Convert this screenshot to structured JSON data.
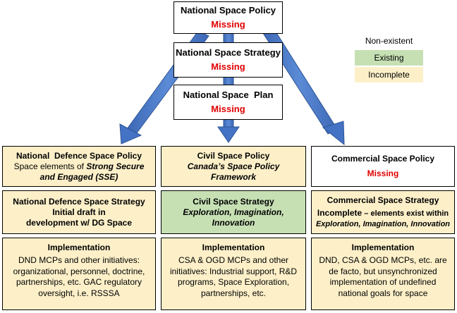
{
  "top": {
    "policy": {
      "title": "National Space Policy",
      "status": "Missing"
    },
    "strategy": {
      "title": "National Space Strategy",
      "status": "Missing"
    },
    "plan": {
      "title": "National Space  Plan",
      "status": "Missing"
    }
  },
  "legend": {
    "nonexistent": "Non-existent",
    "existing": "Existing",
    "incomplete": "Incomplete"
  },
  "defence": {
    "policy_title": "National  Defence Space Policy",
    "policy_text_plain": "Space elements of ",
    "policy_text_italic": "Strong Secure and Engaged (SSE)",
    "strategy_line1": "National Defence Space Strategy",
    "strategy_line2": "Initial draft in",
    "strategy_line3": "development w/ DG Space",
    "impl_title": "Implementation",
    "impl_text": "DND MCPs and other initiatives: organizational, personnel, doctrine, partnerships, etc. GAC regulatory oversight, i.e. RSSSA"
  },
  "civil": {
    "policy_title": "Civil Space Policy",
    "policy_subtitle": "Canada’s Space Policy Framework",
    "strategy_title": "Civil Space Strategy",
    "strategy_subtitle": "Exploration, Imagination, Innovation",
    "impl_title": "Implementation",
    "impl_text": "CSA & OGD MCPs and other initiatives: Industrial support, R&D programs, Space Exploration, partnerships, etc."
  },
  "commercial": {
    "policy_title": "Commercial Space Policy",
    "policy_status": "Missing",
    "strategy_title": "Commercial Space Strategy",
    "strategy_incomplete": "Incomplete",
    "strategy_rest": " – elements exist within",
    "strategy_italic": "Exploration, Imagination, Innovation",
    "impl_title": "Implementation",
    "impl_text": "DND, CSA & OGD MCPs, etc. are de facto, but unsynchronized implementation of undefined national goals for space"
  },
  "colors": {
    "incomplete": "#fdf0c9",
    "existing": "#c6e0b4",
    "missing": "#e00000",
    "arrow": "#4472c4"
  }
}
